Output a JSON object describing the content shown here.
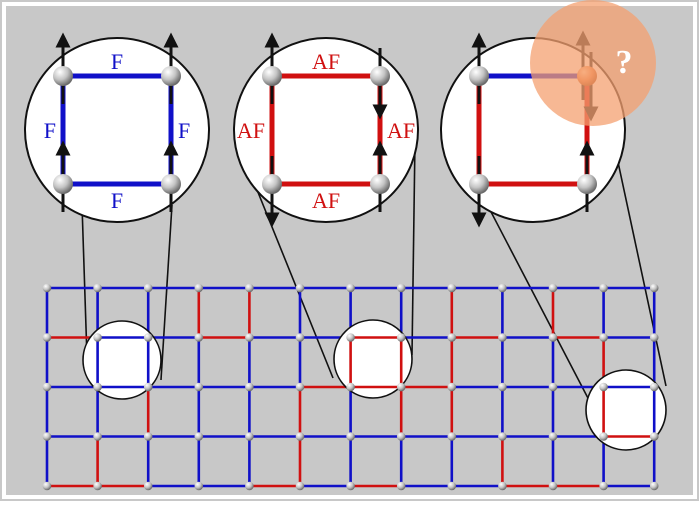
{
  "figure": {
    "description_free": true,
    "colors": {
      "background": "#c8c8c8",
      "ferro": "#1010c8",
      "antiferro": "#d01010",
      "node": "#d0d0d0",
      "frustration": "#f4a070",
      "arrow": "#111111"
    },
    "panels": [
      {
        "label_top": "F",
        "label_bottom": "F",
        "label_left": "F",
        "label_right": "F",
        "bond_type": "ferro"
      },
      {
        "label_top": "AF",
        "label_bottom": "AF",
        "label_left": "AF",
        "label_right": "AF",
        "bond_type": "antiferro"
      },
      {
        "label_top": "",
        "label_bottom": "",
        "label_left": "",
        "label_right": "",
        "bond_type": "mixed"
      }
    ],
    "question_mark": "?",
    "lattice": {
      "rows": 5,
      "cols": 13,
      "horizontal_bonds": [
        "BBBBBBBBBBBB",
        "RBBRBBBBRBRB",
        "BBBBBRBRBBBB",
        "BBBBBBBBBBBR",
        "RRBBRBRBBRRB"
      ],
      "vertical_bonds": [
        "BBBRRBBBRBRBB",
        "BBBBBBBBRBBRB",
        "BBRBBRBRRBBBB",
        "BRBBBRBBBRBBB"
      ]
    }
  }
}
